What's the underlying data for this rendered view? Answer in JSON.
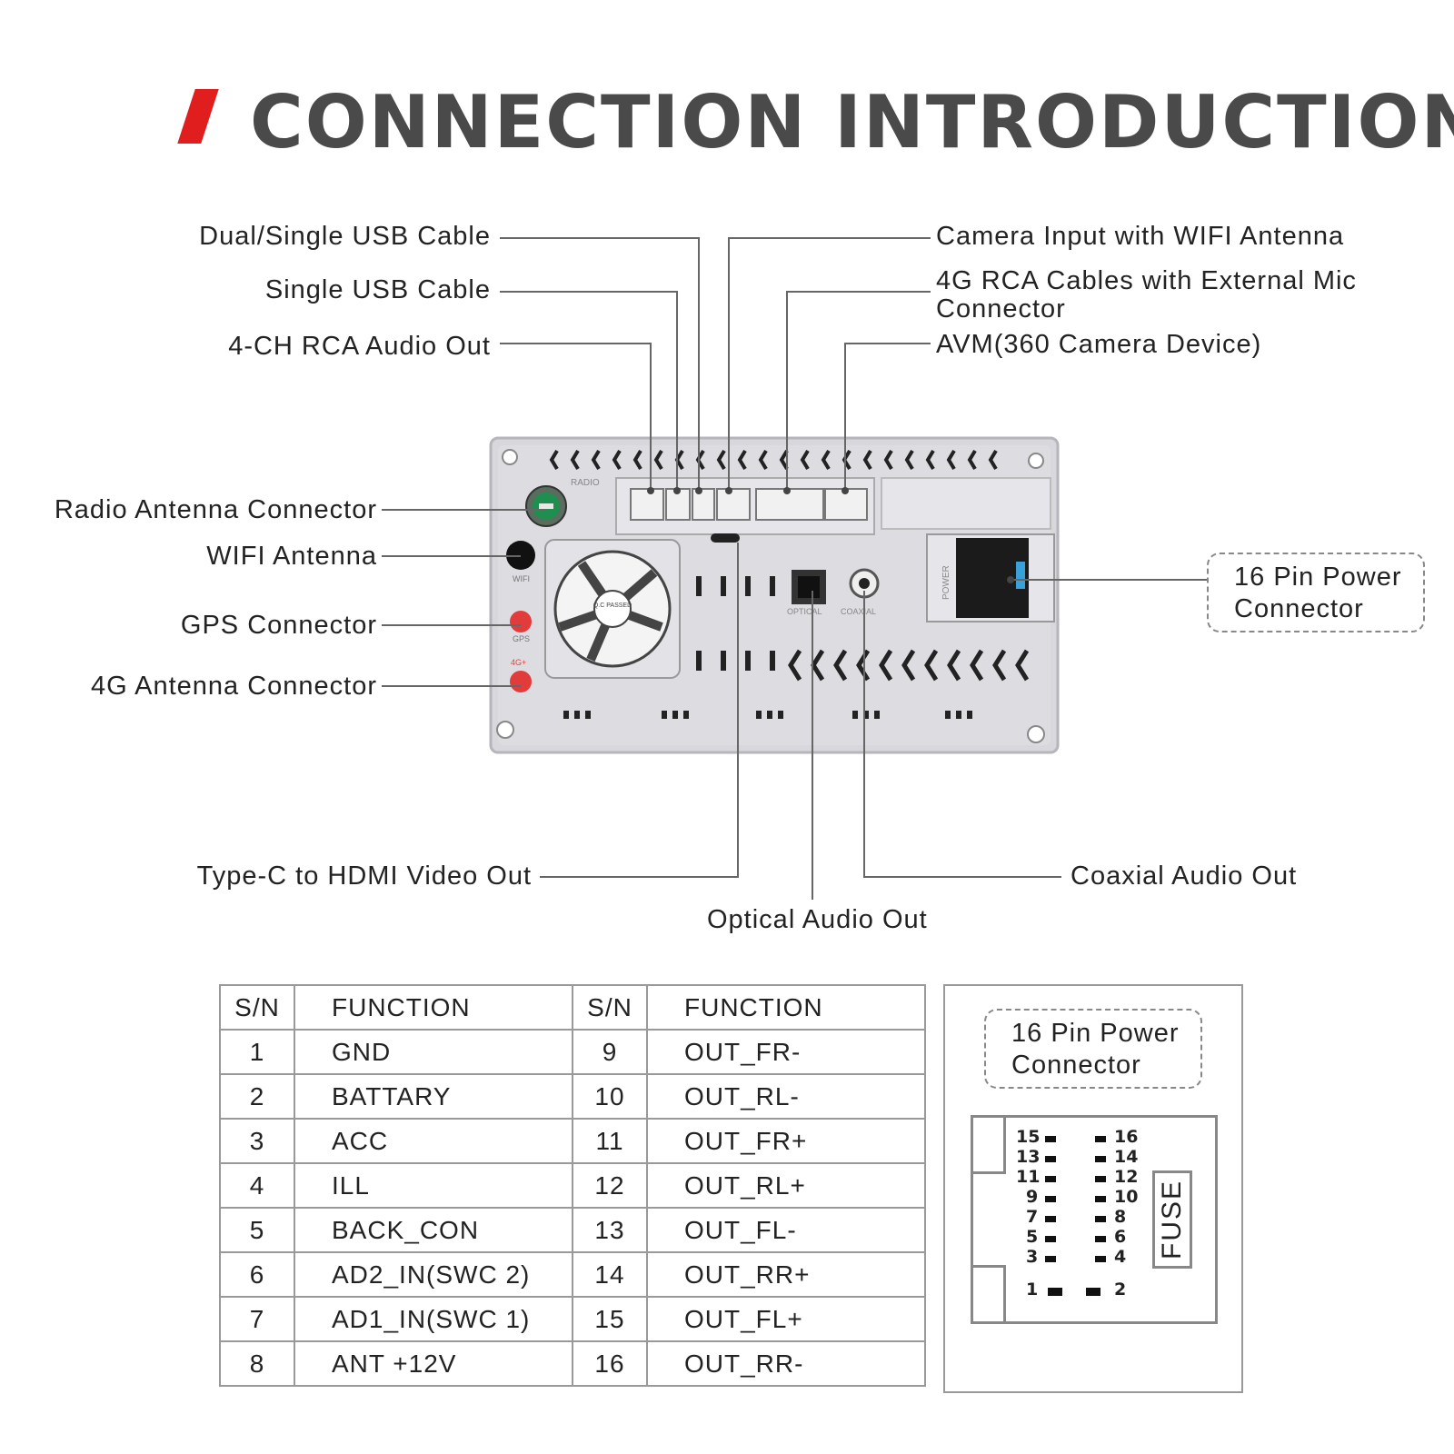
{
  "title": "CONNECTION INTRODUCTION",
  "labels": {
    "dual_usb": "Dual/Single USB Cable",
    "single_usb": "Single USB Cable",
    "rca_audio": "4-CH RCA Audio Out",
    "camera_wifi": "Camera Input with WIFI Antenna",
    "rca_4g_1": "4G RCA Cables with External Mic",
    "rca_4g_2": "Connector",
    "avm": "AVM(360 Camera Device)",
    "radio_antenna": "Radio Antenna Connector",
    "wifi_antenna": "WIFI  Antenna",
    "gps": "GPS Connector",
    "antenna_4g": "4G Antenna Connector",
    "power_16pin_1": "16 Pin Power",
    "power_16pin_2": "Connector",
    "typec_hdmi": "Type-C to HDMI Video Out",
    "optical": "Optical Audio Out",
    "coaxial": "Coaxial Audio Out"
  },
  "unit_marks": {
    "radio": "RADIO",
    "wifi": "WIFI",
    "gps": "GPS",
    "g4": "4G+",
    "optical": "OPTICAL",
    "coaxial": "COAXIAL",
    "power": "POWER",
    "qc": "Q.C PASSED"
  },
  "table": {
    "headers": [
      "S/N",
      "FUNCTION",
      "S/N",
      "FUNCTION"
    ],
    "rows": [
      [
        "1",
        "GND",
        "9",
        "OUT_FR-"
      ],
      [
        "2",
        "BATTARY",
        "10",
        "OUT_RL-"
      ],
      [
        "3",
        "ACC",
        "11",
        "OUT_FR+"
      ],
      [
        "4",
        "ILL",
        "12",
        "OUT_RL+"
      ],
      [
        "5",
        "BACK_CON",
        "13",
        "OUT_FL-"
      ],
      [
        "6",
        "AD2_IN(SWC 2)",
        "14",
        "OUT_RR+"
      ],
      [
        "7",
        "AD1_IN(SWC 1)",
        "15",
        "OUT_FL+"
      ],
      [
        "8",
        "ANT +12V",
        "16",
        "OUT_RR-"
      ]
    ]
  },
  "connector_panel": {
    "label_1": "16 Pin Power",
    "label_2": "Connector",
    "fuse": "FUSE",
    "left_pins": [
      "15",
      "13",
      "11",
      "9",
      "7",
      "5",
      "3",
      "1"
    ],
    "right_pins": [
      "16",
      "14",
      "12",
      "10",
      "8",
      "6",
      "4",
      "2"
    ]
  },
  "colors": {
    "accent": "#e01e1e",
    "title": "#4a4a4a",
    "unit_body": "#d9d9de",
    "line": "#666666"
  }
}
